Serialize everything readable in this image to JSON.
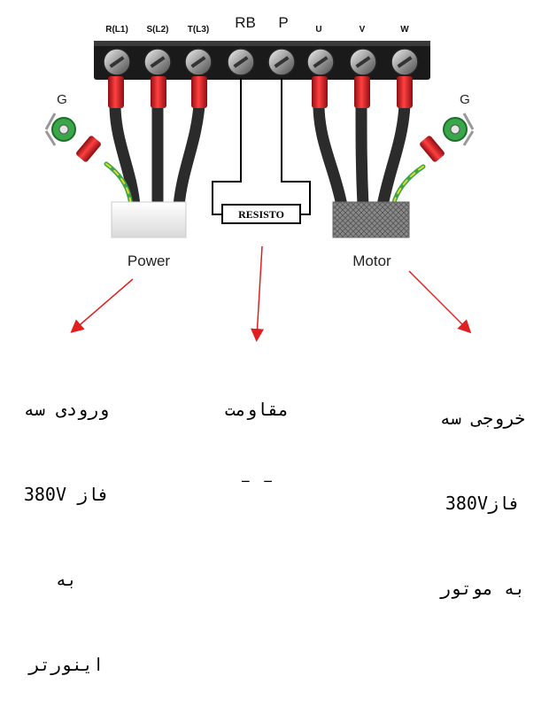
{
  "terminals": [
    {
      "id": "r",
      "label": "R(L1)",
      "style": "small"
    },
    {
      "id": "s",
      "label": "S(L2)",
      "style": "small"
    },
    {
      "id": "t",
      "label": "T(L3)",
      "style": "small"
    },
    {
      "id": "rb",
      "label": "RB",
      "style": "big"
    },
    {
      "id": "p",
      "label": "P",
      "style": "big"
    },
    {
      "id": "u",
      "label": "U",
      "style": "small"
    },
    {
      "id": "v",
      "label": "V",
      "style": "small"
    },
    {
      "id": "w",
      "label": "W",
      "style": "small"
    }
  ],
  "ground_left": "G",
  "ground_right": "G",
  "resistor_label": "RESISTO",
  "power_label": "Power",
  "motor_label": "Motor",
  "annotations": {
    "input": [
      "ورودی سه",
      "فاز 380V",
      "به",
      "اینورتر"
    ],
    "resistor": [
      "مقاومت",
      "ـ  ـ"
    ],
    "output": [
      "خروجی سه",
      "فاز380V",
      "به موتور"
    ]
  },
  "colors": {
    "terminal_block": "#1a1a1a",
    "lug_red": "#d81f26",
    "wire": "#2b2b2b",
    "arrow": "#e02020",
    "ground_green": "#3aa64a"
  }
}
